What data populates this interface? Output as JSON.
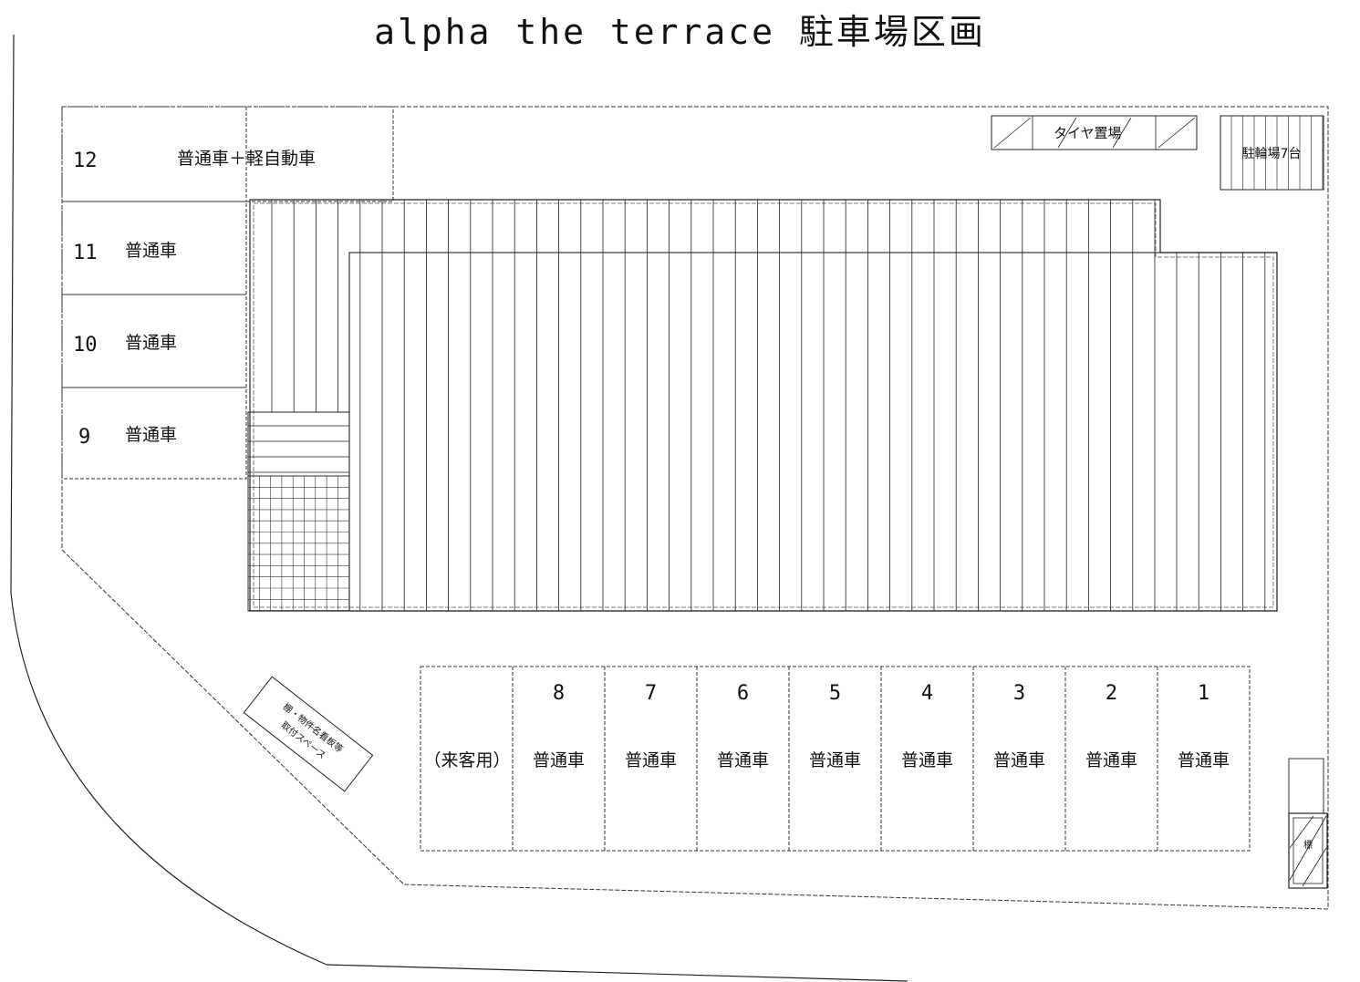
{
  "title": "alpha the terrace 駐車場区画",
  "left_spaces": [
    {
      "number": "12",
      "label": "普通車＋軽自動車"
    },
    {
      "number": "11",
      "label": "普通車"
    },
    {
      "number": "10",
      "label": "普通車"
    },
    {
      "number": "9",
      "label": "普通車"
    }
  ],
  "bottom_spaces": [
    {
      "number": "8",
      "label": "普通車"
    },
    {
      "number": "7",
      "label": "普通車"
    },
    {
      "number": "6",
      "label": "普通車"
    },
    {
      "number": "5",
      "label": "普通車"
    },
    {
      "number": "4",
      "label": "普通車"
    },
    {
      "number": "3",
      "label": "普通車"
    },
    {
      "number": "2",
      "label": "普通車"
    },
    {
      "number": "1",
      "label": "普通車"
    }
  ],
  "visitor_label": "（来客用）",
  "tire_storage_label": "タイヤ置場",
  "bicycle_parking_label": "駐輪場7台",
  "sign_space_line1": "棚・物件名看板等",
  "sign_space_line2": "取付スペース",
  "small_box_label": "標"
}
